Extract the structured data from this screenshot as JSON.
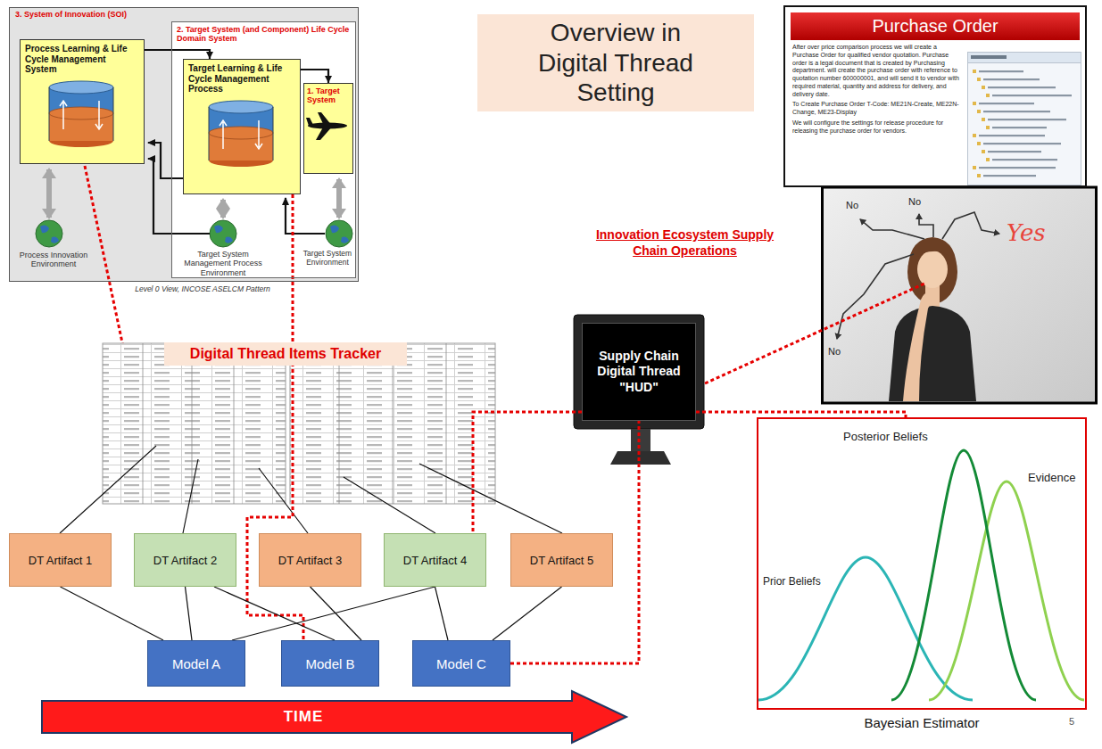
{
  "diagram": {
    "title": "Overview in Digital Thread Setting",
    "nodes": [
      {
        "text": [
          "3. System of Innovation (SOI)"
        ]
      },
      {
        "text": [
          "Process Learning & Life Cycle Management System"
        ],
        "in": 0
      },
      {
        "text": [
          "2. Target System (and Component) Life Cycle Domain System"
        ],
        "in": 0
      },
      {
        "text": [
          "Target Learning & Life Cycle Management Process"
        ],
        "in": 2
      },
      {
        "text": [
          "1. Target System"
        ],
        "in": 2
      },
      {
        "text": [
          "Purchase Order",
          "After over price comparison process we will create a Purchase Order for qualified vendor quotation. Purchase order is a legal document that is created by Purchasing department. will create the purchase order with reference to quotation number 600000001, and will send it to vendor with required material, quantity and address for delivery, and delivery date.",
          "To Create Purchase Order T-Code: ME21N-Create, ME22N-Change, ME23-Display",
          "We will configure the settings for release procedure for releasing the purchase order for vendors."
        ]
      },
      {
        "text": [
          "Supply Chain Digital Thread \"HUD\""
        ]
      },
      {
        "text": [
          "DT Artifact 1"
        ]
      },
      {
        "text": [
          "DT Artifact 2"
        ]
      },
      {
        "text": [
          "DT Artifact 3"
        ]
      },
      {
        "text": [
          "DT Artifact 4"
        ]
      },
      {
        "text": [
          "DT Artifact 5"
        ]
      },
      {
        "text": [
          "Model A"
        ]
      },
      {
        "text": [
          "Model B"
        ]
      },
      {
        "text": [
          "Model C"
        ]
      },
      {
        "text": [
          "TIME"
        ]
      },
      {
        "text": [
          "Bayesian Estimator"
        ]
      }
    ],
    "edges": [
      {
        "from": 1,
        "to": 3,
        "arrow": "to"
      },
      {
        "from": 3,
        "to": 4,
        "arrow": "to"
      },
      {
        "from": 3,
        "to": 13,
        "arrow": "none"
      },
      {
        "from": 7,
        "to": 12,
        "arrow": "none"
      },
      {
        "from": 8,
        "to": 12,
        "arrow": "none"
      },
      {
        "from": 10,
        "to": 12,
        "arrow": "none"
      },
      {
        "from": 8,
        "to": 13,
        "arrow": "none"
      },
      {
        "from": 9,
        "to": 13,
        "arrow": "none"
      },
      {
        "from": 10,
        "to": 14,
        "arrow": "none"
      },
      {
        "from": 11,
        "to": 14,
        "arrow": "none"
      },
      {
        "from": 6,
        "to": 10,
        "arrow": "none"
      },
      {
        "from": 14,
        "to": 6,
        "arrow": "none"
      },
      {
        "from": 6,
        "to": 16,
        "arrow": "none"
      }
    ],
    "labels": [
      "Level 0 View, INCOSE ASELCM Pattern",
      "Process Innovation Environment",
      "Target System Management Process Environment",
      "Target System Environment",
      "Digital Thread Items Tracker",
      "Innovation Ecosystem Supply Chain Operations",
      "No",
      "No",
      "No",
      "Yes",
      "Posterior Beliefs",
      "Evidence",
      "Prior Beliefs",
      "5"
    ]
  }
}
